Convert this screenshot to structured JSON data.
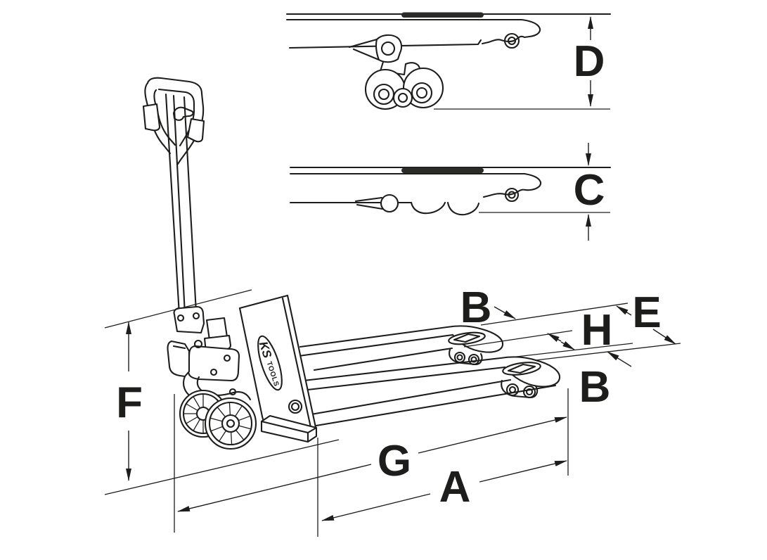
{
  "diagram": {
    "subject": "Hand pallet truck dimensional line drawing",
    "colors": {
      "background": "#ffffff",
      "line": "#1d1d1b",
      "slot_fill": "#2b2b29"
    },
    "logo": {
      "primary": "KS",
      "secondary": "TOOLS"
    },
    "labels": {
      "overall_length": "A",
      "fork_width_far": "B",
      "fork_width_near": "B",
      "lowered_height": "C",
      "raised_height": "D",
      "overall_fork_width": "E",
      "tiller_height": "F",
      "fork_length": "G",
      "fork_gap": "H"
    }
  }
}
